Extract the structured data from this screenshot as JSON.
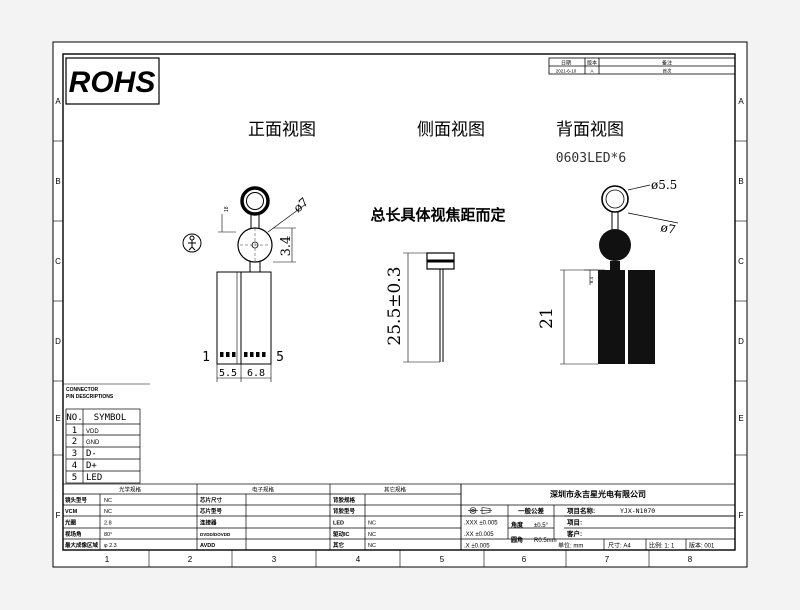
{
  "logo": {
    "text": "ROHS"
  },
  "revision": {
    "headers": [
      "日期",
      "版本",
      "备注"
    ],
    "row": [
      "2021-6-10",
      "A",
      "首次"
    ]
  },
  "grid": {
    "rows": [
      "A",
      "B",
      "C",
      "D",
      "E",
      "F"
    ],
    "cols": [
      "1",
      "2",
      "3",
      "4",
      "5",
      "6",
      "7",
      "8"
    ]
  },
  "views": {
    "front": "正面视图",
    "side": "侧面视图",
    "back": "背面视图"
  },
  "led_note": "0603LED*6",
  "length_note": "总长具体视焦距而定",
  "dims": {
    "front_dia": "ø7",
    "front_height": "3.4",
    "front_small": "18",
    "pad_left": "5.5",
    "pad_right": "6.8",
    "pin_left": "1",
    "pin_right": "5",
    "side_length": "25.5±0.3",
    "back_inner_dia": "ø5.5",
    "back_outer_dia": "ø7",
    "back_length": "21",
    "back_small": "8.4"
  },
  "connector": {
    "title1": "CONNECTOR",
    "title2": "PIN DESCRIPTIONS",
    "headers": [
      "NO.",
      "SYMBOL"
    ],
    "rows": [
      [
        "1",
        "VDD"
      ],
      [
        "2",
        "GND"
      ],
      [
        "3",
        "D-"
      ],
      [
        "4",
        "D+"
      ],
      [
        "5",
        "LED"
      ]
    ]
  },
  "spec": {
    "optical_header": "光学规格",
    "electrical_header": "电子规格",
    "other_header": "其它规格",
    "optical": [
      [
        "镜头型号",
        "NC"
      ],
      [
        "VCM",
        "NC"
      ],
      [
        "光圈",
        "2.8"
      ],
      [
        "视场角",
        "80°"
      ],
      [
        "最大成像区域",
        "φ 2.3"
      ]
    ],
    "electrical": [
      [
        "芯片尺寸",
        ""
      ],
      [
        "芯片型号",
        ""
      ],
      [
        "连接器",
        ""
      ],
      [
        "DVDD/DOVDD",
        ""
      ],
      [
        "AVDD",
        ""
      ]
    ],
    "other": [
      [
        "背胶规格",
        ""
      ],
      [
        "背胶型号",
        ""
      ],
      [
        "LED",
        "NC"
      ],
      [
        "驱动IC",
        "NC"
      ],
      [
        "其它",
        "NC"
      ]
    ]
  },
  "title_block": {
    "company": "深圳市永吉星光电有限公司",
    "general_tol": "一般公差",
    "project_label": "项目名称:",
    "project_value": "YJX-N1070",
    "tol_rows": [
      ".XXX ±0.005",
      ".XX ±0.005",
      ".X ±0.005"
    ],
    "angle_label": "角度",
    "angle_value": "±0.5°",
    "fillet_label": "圆角",
    "fillet_value": "R0.5mm",
    "item_label": "项目:",
    "customer_label": "客户:",
    "unit": "单位: mm",
    "size": "尺寸: A4",
    "scale": "比例: 1: 1",
    "version": "版本: 001"
  }
}
